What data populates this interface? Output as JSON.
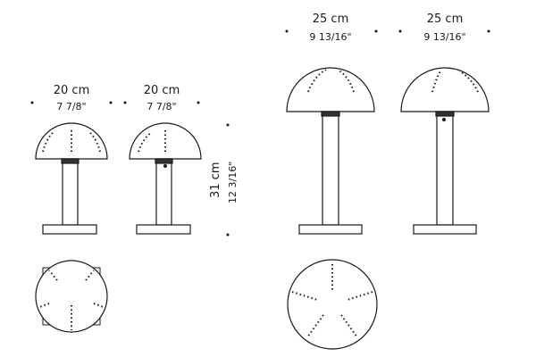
{
  "small_lamps": {
    "width_cm": "20 cm",
    "width_in": "7 7/8\"",
    "height_cm": "31 cm",
    "height_in": "12 3/16\""
  },
  "large_lamps": {
    "width_cm": "25 cm",
    "width_in": "9 13/16\""
  },
  "colors": {
    "line": "#1a1a1a",
    "background": "#ffffff"
  }
}
